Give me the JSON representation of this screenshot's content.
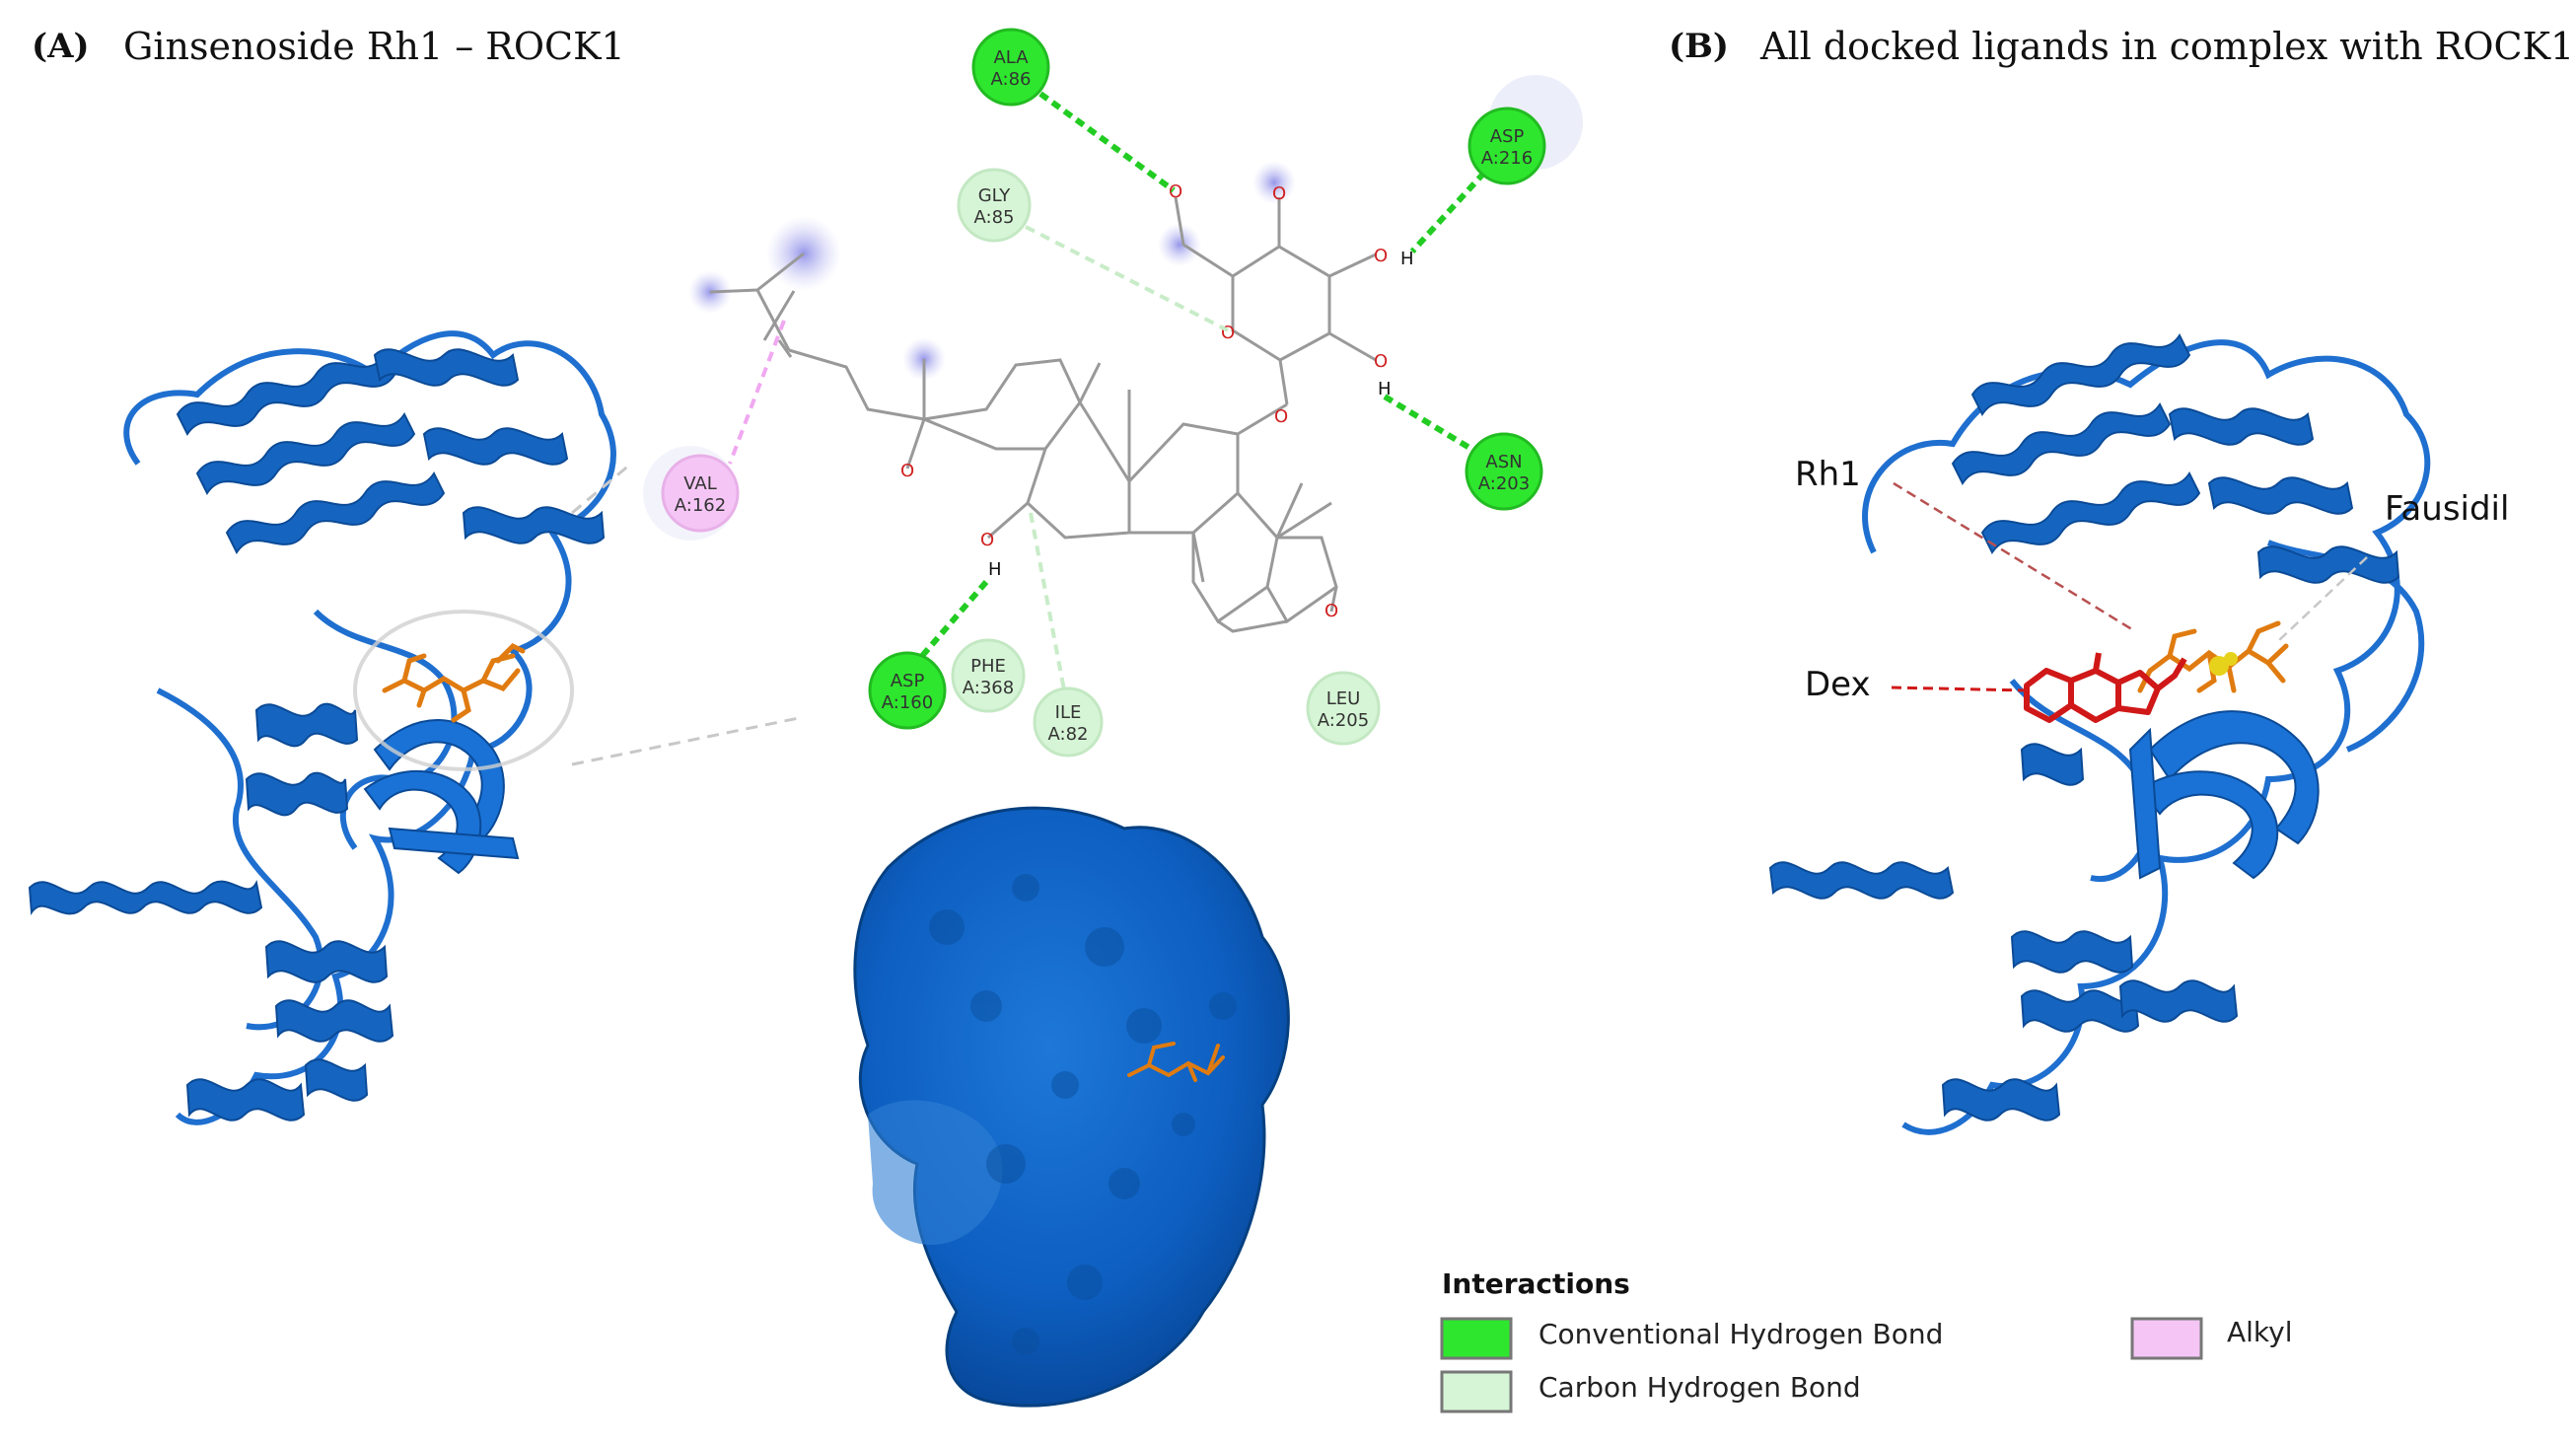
{
  "panel_a": {
    "letter": "(A)",
    "title": "Ginsenoside Rh1 – ROCK1"
  },
  "panel_b": {
    "letter": "(B)",
    "title": "All docked ligands in complex with ROCK1",
    "labels": {
      "rh1": "Rh1",
      "dex": "Dex",
      "fausidil": "Fausidil"
    }
  },
  "residues": [
    {
      "id": "ala86",
      "name": "ALA",
      "num": "A:86",
      "type": "conventional"
    },
    {
      "id": "asp216",
      "name": "ASP",
      "num": "A:216",
      "type": "conventional"
    },
    {
      "id": "gly85",
      "name": "GLY",
      "num": "A:85",
      "type": "carbon"
    },
    {
      "id": "val162",
      "name": "VAL",
      "num": "A:162",
      "type": "alkyl"
    },
    {
      "id": "asn203",
      "name": "ASN",
      "num": "A:203",
      "type": "conventional"
    },
    {
      "id": "asp160",
      "name": "ASP",
      "num": "A:160",
      "type": "conventional"
    },
    {
      "id": "phe368",
      "name": "PHE",
      "num": "A:368",
      "type": "carbon"
    },
    {
      "id": "ile82",
      "name": "ILE",
      "num": "A:82",
      "type": "carbon"
    },
    {
      "id": "leu205",
      "name": "LEU",
      "num": "A:205",
      "type": "carbon"
    }
  ],
  "atoms": {
    "oxygen": "O",
    "hydrogen": "H"
  },
  "legend": {
    "title": "Interactions",
    "conventional": "Conventional Hydrogen Bond",
    "carbon": "Carbon Hydrogen Bond",
    "alkyl": "Alkyl"
  },
  "colors": {
    "conventional": "#2ee62e",
    "carbon": "#d6f5d6",
    "alkyl": "#f5c6f5",
    "protein": "#1565c0",
    "ligand": "#e07b10",
    "dex": "#d01818"
  }
}
